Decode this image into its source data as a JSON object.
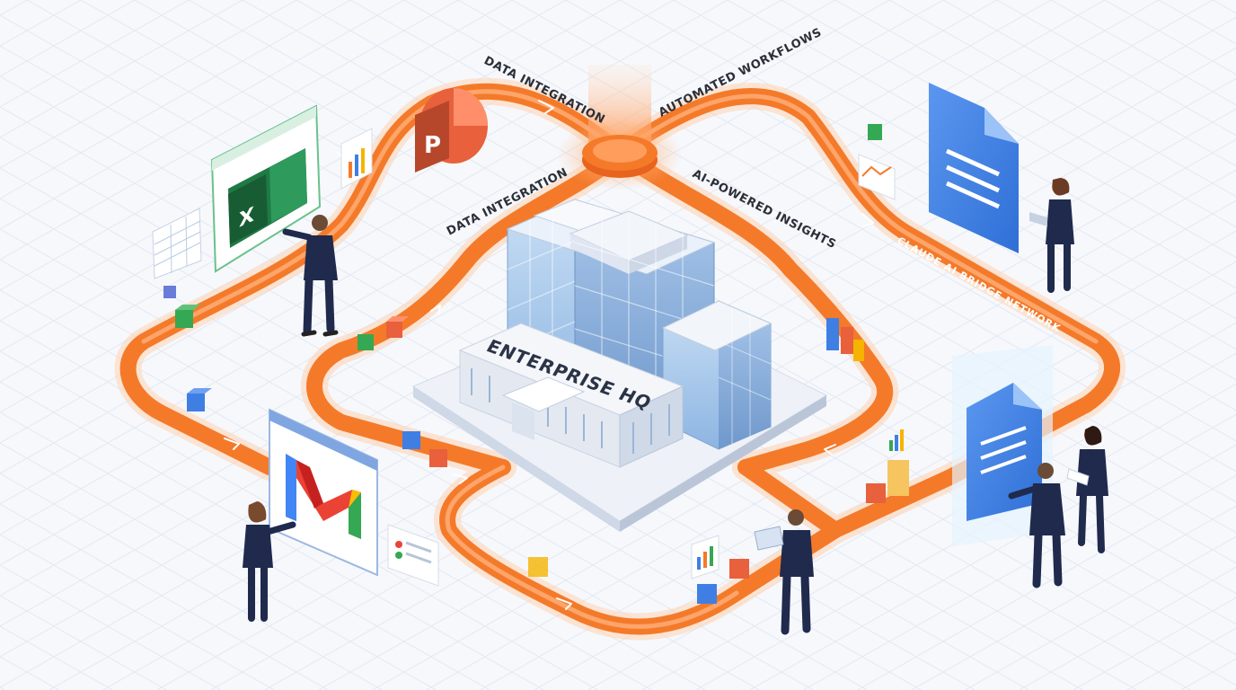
{
  "labels": {
    "data_integration_top": "DATA INTEGRATION",
    "automated_workflows": "AUTOMATED WORKFLOWS",
    "data_integration_left": "DATA INTEGRATION",
    "ai_powered_insights": "AI-POWERED INSIGHTS",
    "bridge_network": "CLAUDE AI BRIDGE NETWORK",
    "enterprise_hq": "ENTERPRISE HQ"
  },
  "apps": {
    "excel_glyph": "X",
    "powerpoint_glyph": "P"
  },
  "colors": {
    "pipeline": "#f47a2a",
    "pipeline_glow": "#ffd3b0",
    "background": "#f6f8fc",
    "grid": "#e3e8f1",
    "building_glass": "#9ec3ec",
    "excel": "#1f7a45",
    "powerpoint": "#d24726",
    "docs": "#3f7fe4",
    "suit": "#1f2a4d"
  },
  "icons": [
    "excel-icon",
    "powerpoint-icon",
    "gmail-icon",
    "docs-icon",
    "hub-icon",
    "building-icon"
  ]
}
